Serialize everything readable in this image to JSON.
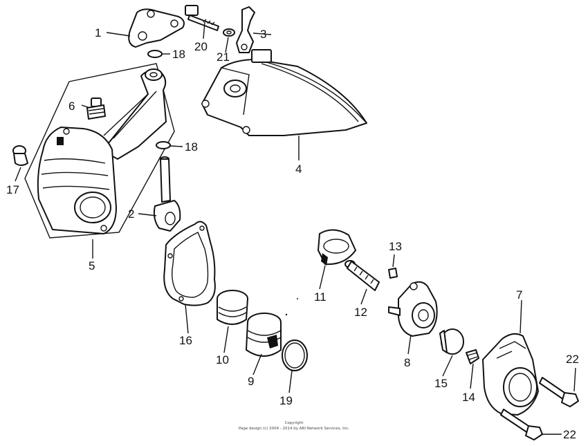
{
  "callouts": [
    {
      "id": "1",
      "text": "1"
    },
    {
      "id": "2",
      "text": "2"
    },
    {
      "id": "3",
      "text": "3"
    },
    {
      "id": "4",
      "text": "4"
    },
    {
      "id": "5",
      "text": "5"
    },
    {
      "id": "6",
      "text": "6"
    },
    {
      "id": "7",
      "text": "7"
    },
    {
      "id": "8",
      "text": "8"
    },
    {
      "id": "9",
      "text": "9"
    },
    {
      "id": "10",
      "text": "10"
    },
    {
      "id": "11",
      "text": "11"
    },
    {
      "id": "12",
      "text": "12"
    },
    {
      "id": "13",
      "text": "13"
    },
    {
      "id": "14",
      "text": "14"
    },
    {
      "id": "15",
      "text": "15"
    },
    {
      "id": "16",
      "text": "16"
    },
    {
      "id": "17",
      "text": "17"
    },
    {
      "id": "18a",
      "text": "18"
    },
    {
      "id": "18b",
      "text": "18"
    },
    {
      "id": "19",
      "text": "19"
    },
    {
      "id": "20",
      "text": "20"
    },
    {
      "id": "21",
      "text": "21"
    },
    {
      "id": "22a",
      "text": "22"
    },
    {
      "id": "22b",
      "text": "22"
    }
  ],
  "copyright": {
    "line1": "Copyright",
    "line2": "Page design (c) 2004 - 2014 by ARI Network Services, Inc."
  }
}
